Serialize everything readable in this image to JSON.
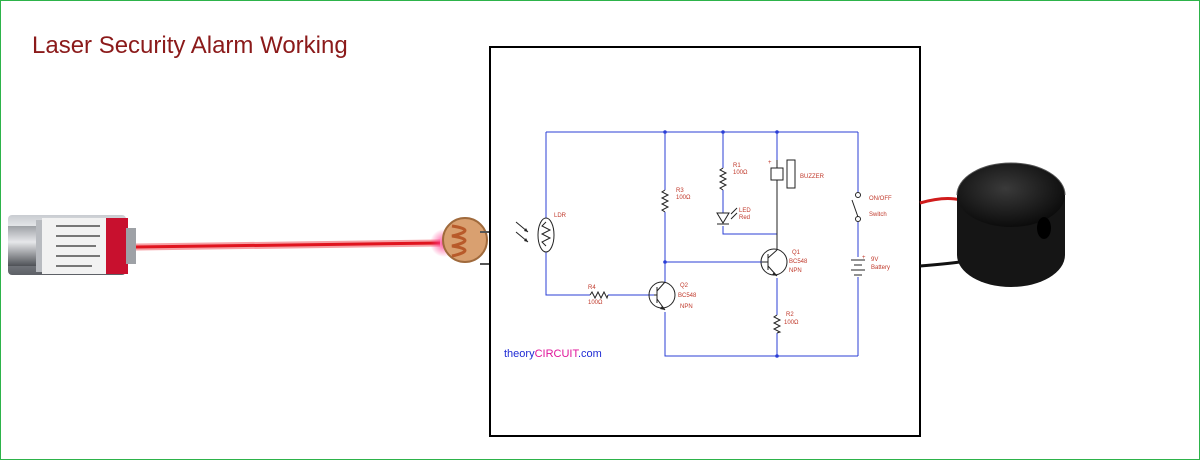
{
  "title": {
    "part1": "Laser Security Alarm",
    "part2": "Working"
  },
  "circuit": {
    "components": {
      "ldr": {
        "label": "LDR"
      },
      "r3": {
        "name": "R3",
        "value": "100Ω"
      },
      "r1": {
        "name": "R1",
        "value": "100Ω"
      },
      "led": {
        "name": "LED",
        "value": "Red"
      },
      "buzzer": {
        "label": "BUZZER",
        "polarity": "+"
      },
      "switch": {
        "line1": "ON/OFF",
        "line2": "Switch"
      },
      "battery": {
        "line1": "9V",
        "line2": "Battery",
        "polarity": "+"
      },
      "q1": {
        "name": "Q1",
        "part": "BC548",
        "type": "NPN"
      },
      "q2": {
        "name": "Q2",
        "part": "BC548",
        "type": "NPN"
      },
      "r4": {
        "name": "R4",
        "value": "100Ω"
      },
      "r2": {
        "name": "R2",
        "value": "100Ω"
      }
    },
    "watermark": {
      "prefix": "theory",
      "highlight": "CIRCUIT",
      "suffix": ".com"
    }
  },
  "colors": {
    "title": "#8b1a1a",
    "wire": "#2b3fd6",
    "label": "#c0392b",
    "laser_beam": "#e0141e",
    "watermark_blue": "#1f2bd4",
    "watermark_magenta": "#e0159a"
  },
  "icons": {
    "laser_pointer": "laser-pointer-icon",
    "ldr_sensor": "ldr-sensor-icon",
    "buzzer_device": "piezo-buzzer-icon"
  }
}
